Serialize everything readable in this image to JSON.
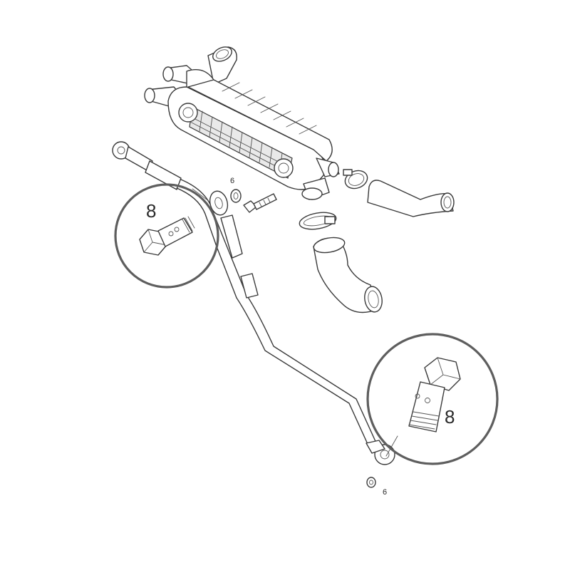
{
  "callouts": {
    "banjo_bolt_top": "8",
    "banjo_bolt_bottom": "8",
    "washer_top": "6",
    "washer_bottom": "6"
  }
}
